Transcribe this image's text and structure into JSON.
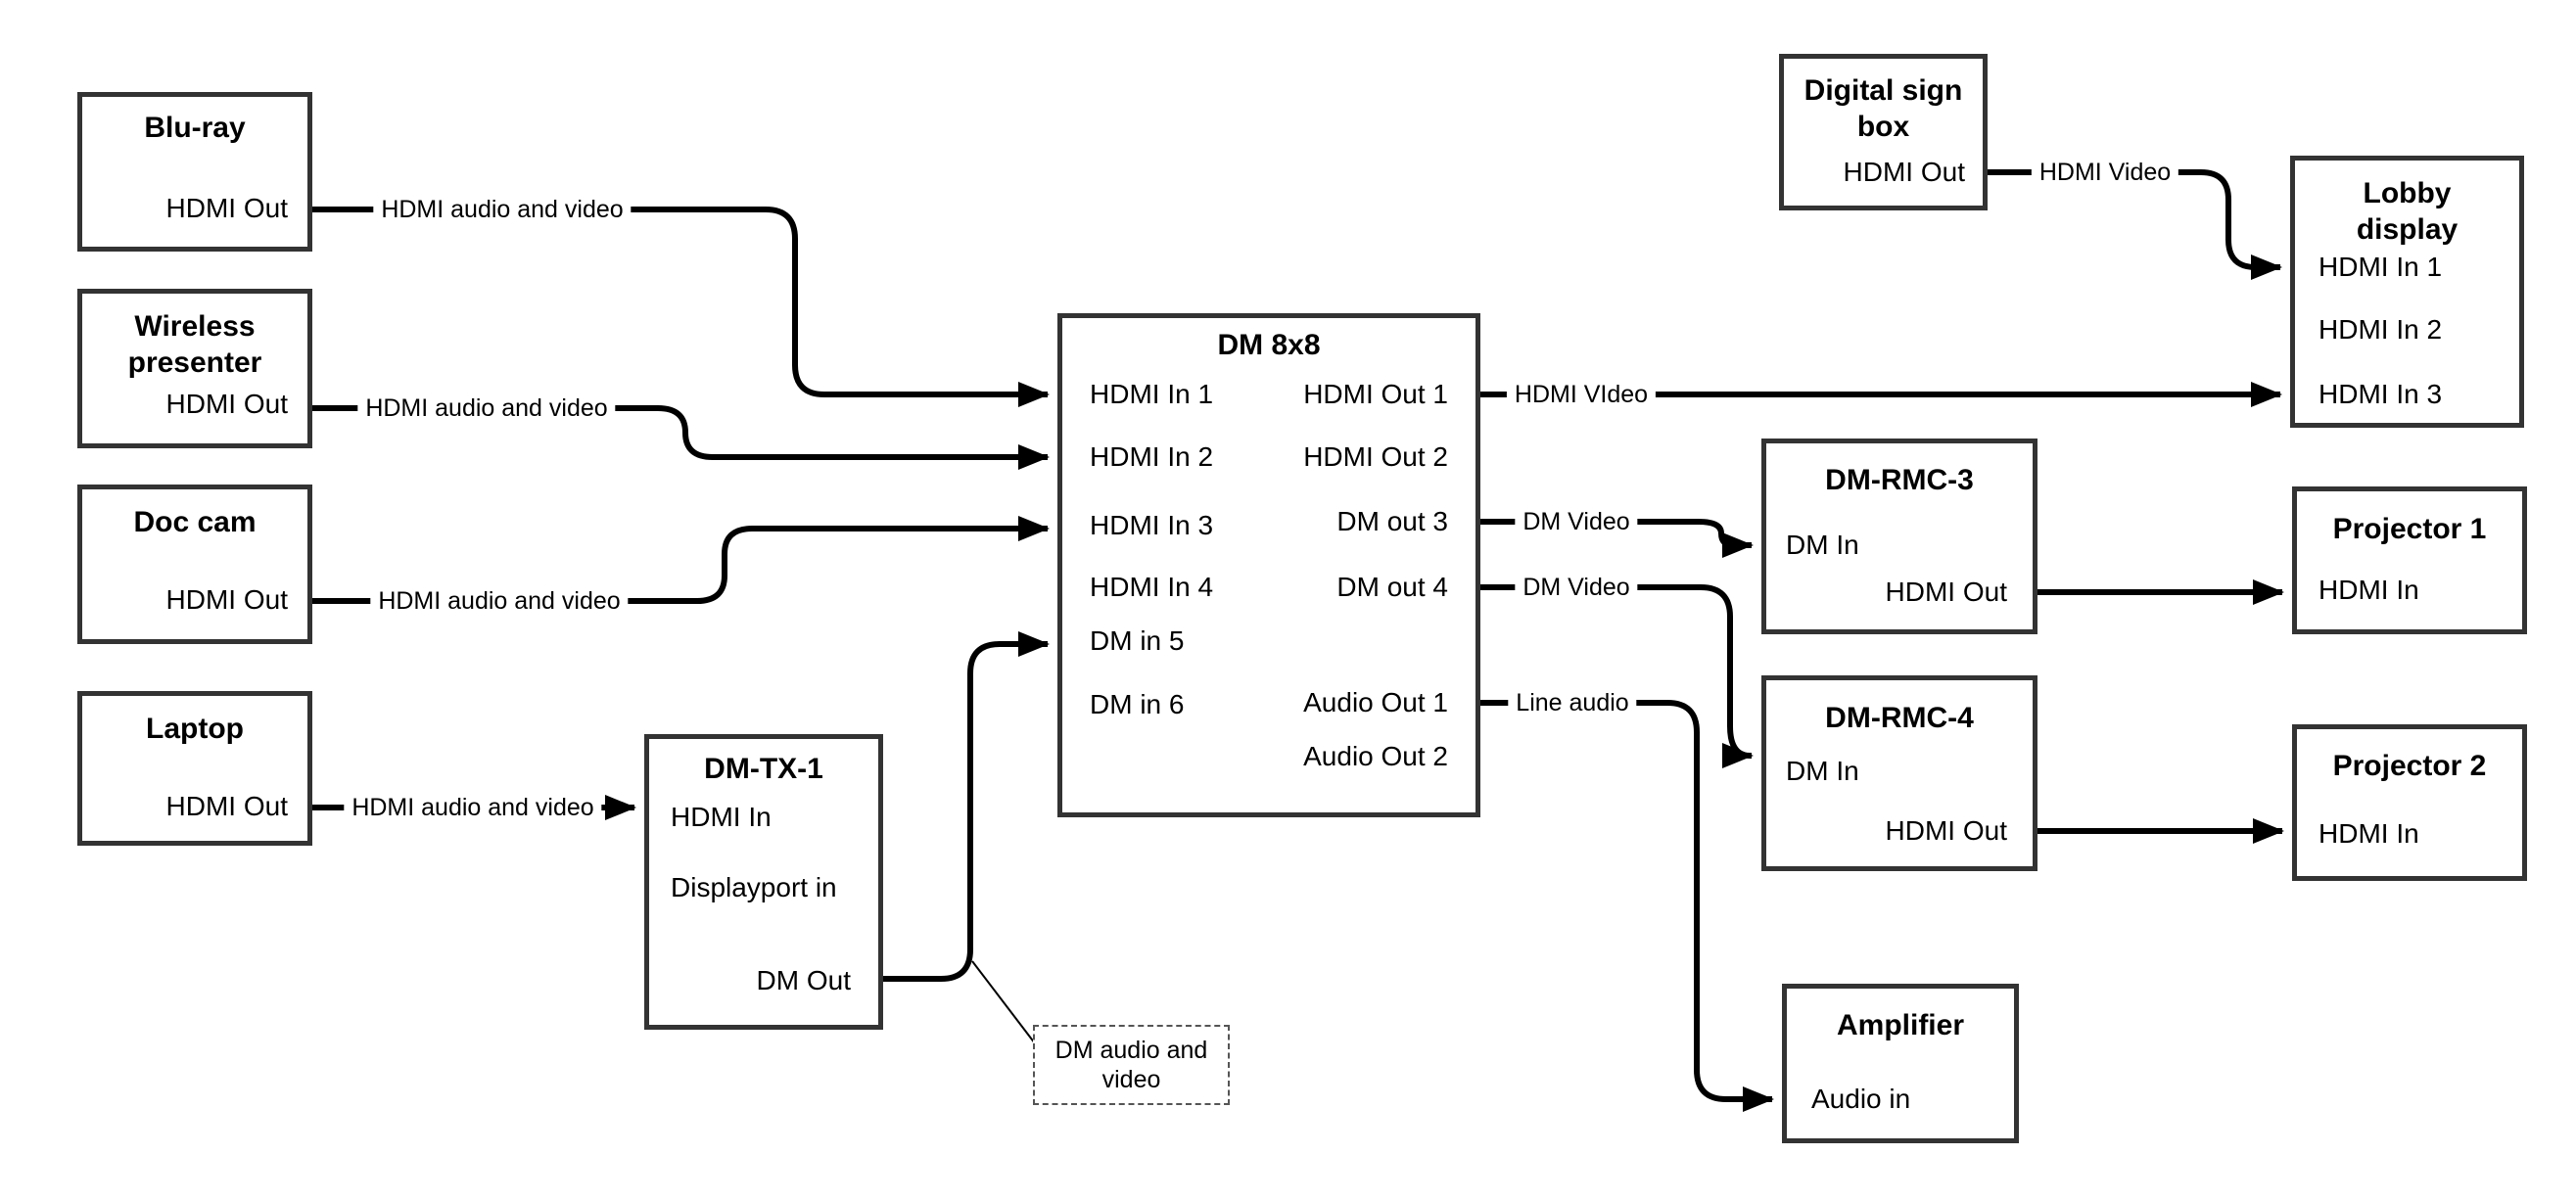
{
  "diagram": {
    "colors": {
      "background": "#ffffff",
      "wire": "#000000",
      "box_border": "#333333",
      "text": "#000000"
    },
    "nodes": {
      "bluray": {
        "title": "Blu-ray",
        "ports": [
          "HDMI Out"
        ]
      },
      "wireless_presenter": {
        "title": "Wireless presenter",
        "ports": [
          "HDMI Out"
        ]
      },
      "doc_cam": {
        "title": "Doc cam",
        "ports": [
          "HDMI Out"
        ]
      },
      "laptop": {
        "title": "Laptop",
        "ports": [
          "HDMI Out"
        ]
      },
      "dm_tx_1": {
        "title": "DM-TX-1",
        "ports": [
          "HDMI In",
          "Displayport in",
          "DM Out"
        ]
      },
      "dm_8x8": {
        "title": "DM 8x8",
        "inputs": [
          "HDMI In 1",
          "HDMI In 2",
          "HDMI In 3",
          "HDMI In 4",
          "DM in 5",
          "DM in 6"
        ],
        "outputs": [
          "HDMI Out 1",
          "HDMI Out 2",
          "DM out 3",
          "DM out 4",
          "Audio Out 1",
          "Audio Out 2"
        ]
      },
      "digital_sign_box": {
        "title": "Digital sign box",
        "ports": [
          "HDMI Out"
        ]
      },
      "lobby_display": {
        "title": "Lobby display",
        "ports": [
          "HDMI In 1",
          "HDMI In 2",
          "HDMI In 3"
        ]
      },
      "dm_rmc_3": {
        "title": "DM-RMC-3",
        "ports": [
          "DM In",
          "HDMI Out"
        ]
      },
      "projector_1": {
        "title": "Projector 1",
        "ports": [
          "HDMI In"
        ]
      },
      "dm_rmc_4": {
        "title": "DM-RMC-4",
        "ports": [
          "DM In",
          "HDMI Out"
        ]
      },
      "projector_2": {
        "title": "Projector 2",
        "ports": [
          "HDMI In"
        ]
      },
      "amplifier": {
        "title": "Amplifier",
        "ports": [
          "Audio in"
        ]
      }
    },
    "wire_labels": {
      "bluray_to_dm8x8": "HDMI audio and video",
      "wireless_to_dm8x8": "HDMI audio and video",
      "doccam_to_dm8x8": "HDMI audio and video",
      "laptop_to_dmtx1": "HDMI audio and video",
      "hdmi_out1_to_lobby": "HDMI VIdeo",
      "dm_out3_to_rmc3": "DM Video",
      "dm_out4_to_rmc4": "DM Video",
      "audio_out1_to_amp": "Line audio",
      "signbox_to_lobby": "HDMI Video"
    },
    "callout": {
      "text": "DM audio and video"
    }
  }
}
